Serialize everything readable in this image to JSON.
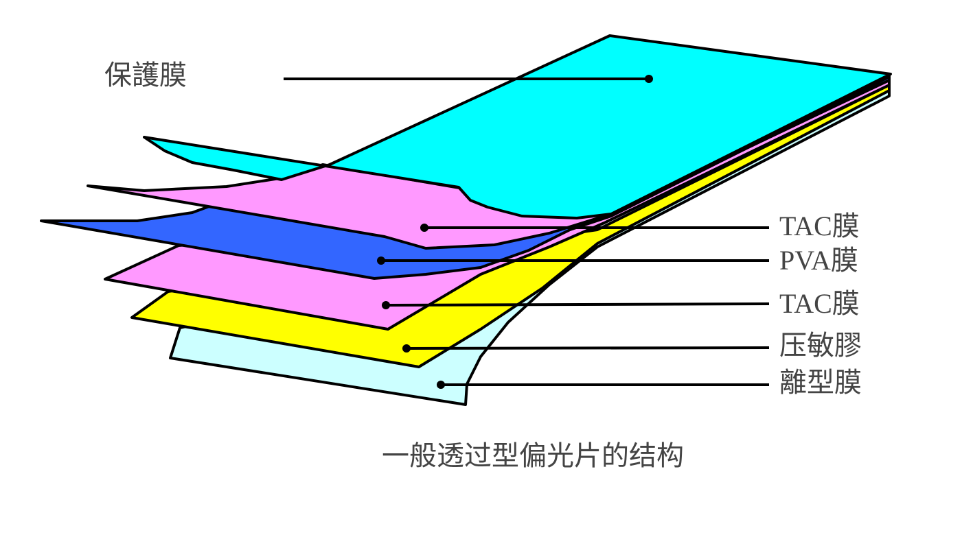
{
  "labels": {
    "protective_film": "保護膜",
    "tac_upper": "TAC膜",
    "pva": "PVA膜",
    "tac_lower": "TAC膜",
    "adhesive": "压敏膠",
    "release_film": "離型膜"
  },
  "caption": "一般透过型偏光片的结构",
  "colors": {
    "protective_film": "#00FFFF",
    "tac": "#FF99FF",
    "pva": "#3366FF",
    "adhesive": "#FFFF00",
    "release_film": "#CCFFFF"
  }
}
